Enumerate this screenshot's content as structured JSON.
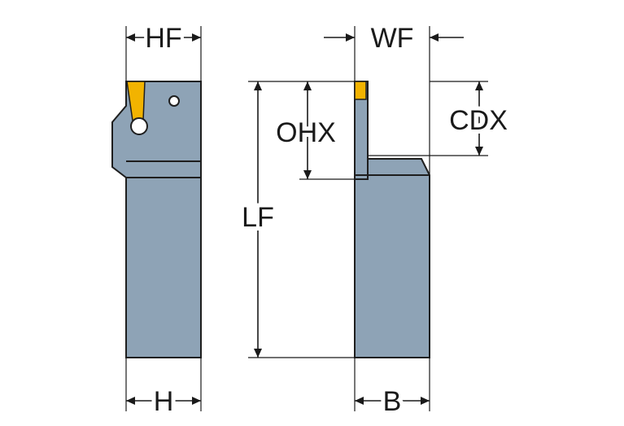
{
  "labels": {
    "hf": "HF",
    "wf": "WF",
    "ohx": "OHX",
    "cdx": "CDX",
    "lf": "LF",
    "h": "H",
    "b": "B"
  },
  "colors": {
    "holder": "#8ea3b6",
    "holder_dark": "#7f95a9",
    "insert": "#f2b300",
    "outline": "#1e1e1e",
    "line": "#1a1a1a",
    "background": "#ffffff"
  },
  "icons": {
    "screw": "screw-hole-icon"
  }
}
